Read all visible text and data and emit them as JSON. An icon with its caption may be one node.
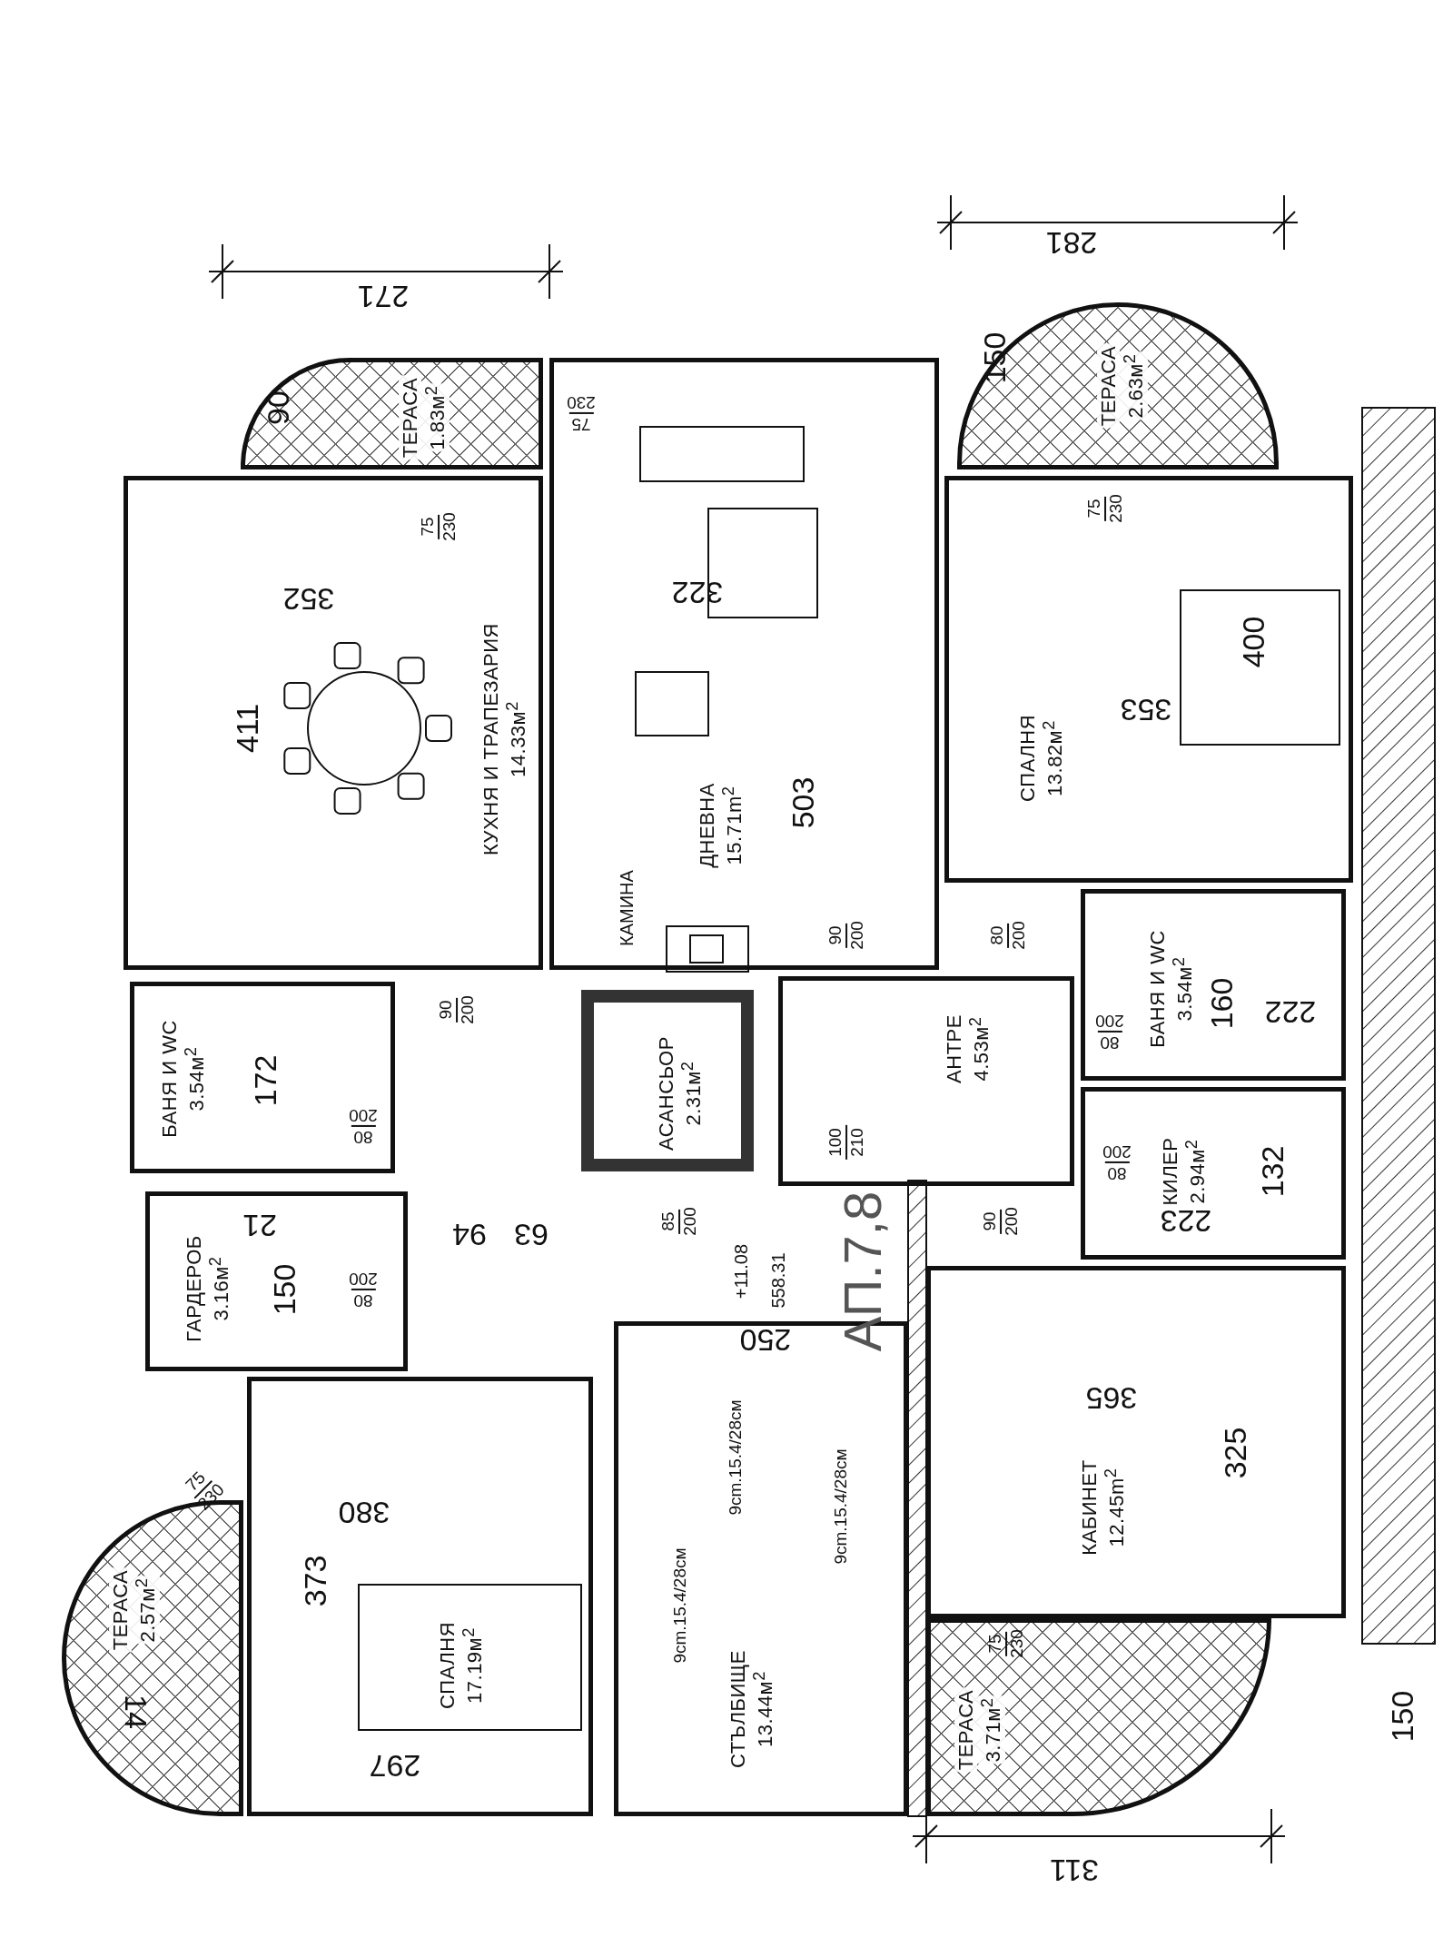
{
  "diagram": {
    "nodes": [
      {
        "text": [
          "ТЕРАСА",
          "1.83м$^{2}$"
        ]
      },
      {
        "text": [
          "ТЕРАСА",
          "2.63м$^{2}$"
        ]
      },
      {
        "text": [
          "КУХНЯ И ТРАПЕЗАРИЯ",
          "14.33м$^{2}$"
        ]
      },
      {
        "text": [
          "ДНЕВНА",
          "15.71m$^{2}$"
        ]
      },
      {
        "text": [
          "СПАЛНЯ",
          "13.82м$^{2}$"
        ]
      },
      {
        "text": [
          "БАНЯ И WC",
          "3.54м$^{2}$"
        ]
      },
      {
        "text": [
          "АСАНСЬОР",
          "2.31м$^{2}$"
        ]
      },
      {
        "text": [
          "АНТРЕ",
          "4.53м$^{2}$"
        ]
      },
      {
        "text": [
          "БАНЯ И WC",
          "3.54м$^{2}$"
        ]
      },
      {
        "text": [
          "КИЛЕР",
          "2.94м$^{2}$"
        ]
      },
      {
        "text": [
          "ГАРДЕРОБ",
          "3.16м$^{2}$"
        ]
      },
      {
        "text": [
          "КАБИНЕТ",
          "12.45m$^{2}$"
        ]
      },
      {
        "text": [
          "СПАЛНЯ",
          "17.19м$^{2}$"
        ]
      },
      {
        "text": [
          "ТЕРАСА",
          "2.57м$^{2}$"
        ]
      },
      {
        "text": [
          "СТЪЛБИЩЕ",
          "13.44м$^{2}$"
        ]
      },
      {
        "text": [
          "ТЕРАСА",
          "3.71м$^{2}$"
        ]
      }
    ],
    "labels": [
      "271",
      "281",
      "90",
      "150",
      "75",
      "230",
      "75",
      "230",
      "75",
      "230",
      "352",
      "322",
      "400",
      "411",
      "353",
      "503",
      "КАМИНА",
      "90",
      "200",
      "90",
      "200",
      "80",
      "200",
      "172",
      "160",
      "222",
      "80",
      "200",
      "80",
      "200",
      "100",
      "210",
      "80",
      "200",
      "132",
      "21",
      "94",
      "63",
      "150",
      "80",
      "200",
      "85",
      "200",
      "90",
      "200",
      "223",
      "+11.08",
      "558.31",
      "АП.7,8",
      "250",
      "365",
      "9cm.15.4/28см",
      "325",
      "380",
      "9cm.15.4/28см",
      "75",
      "230",
      "373",
      "9cm.15.4/28см",
      "75",
      "230",
      "14",
      "150",
      "297",
      "311"
    ]
  }
}
